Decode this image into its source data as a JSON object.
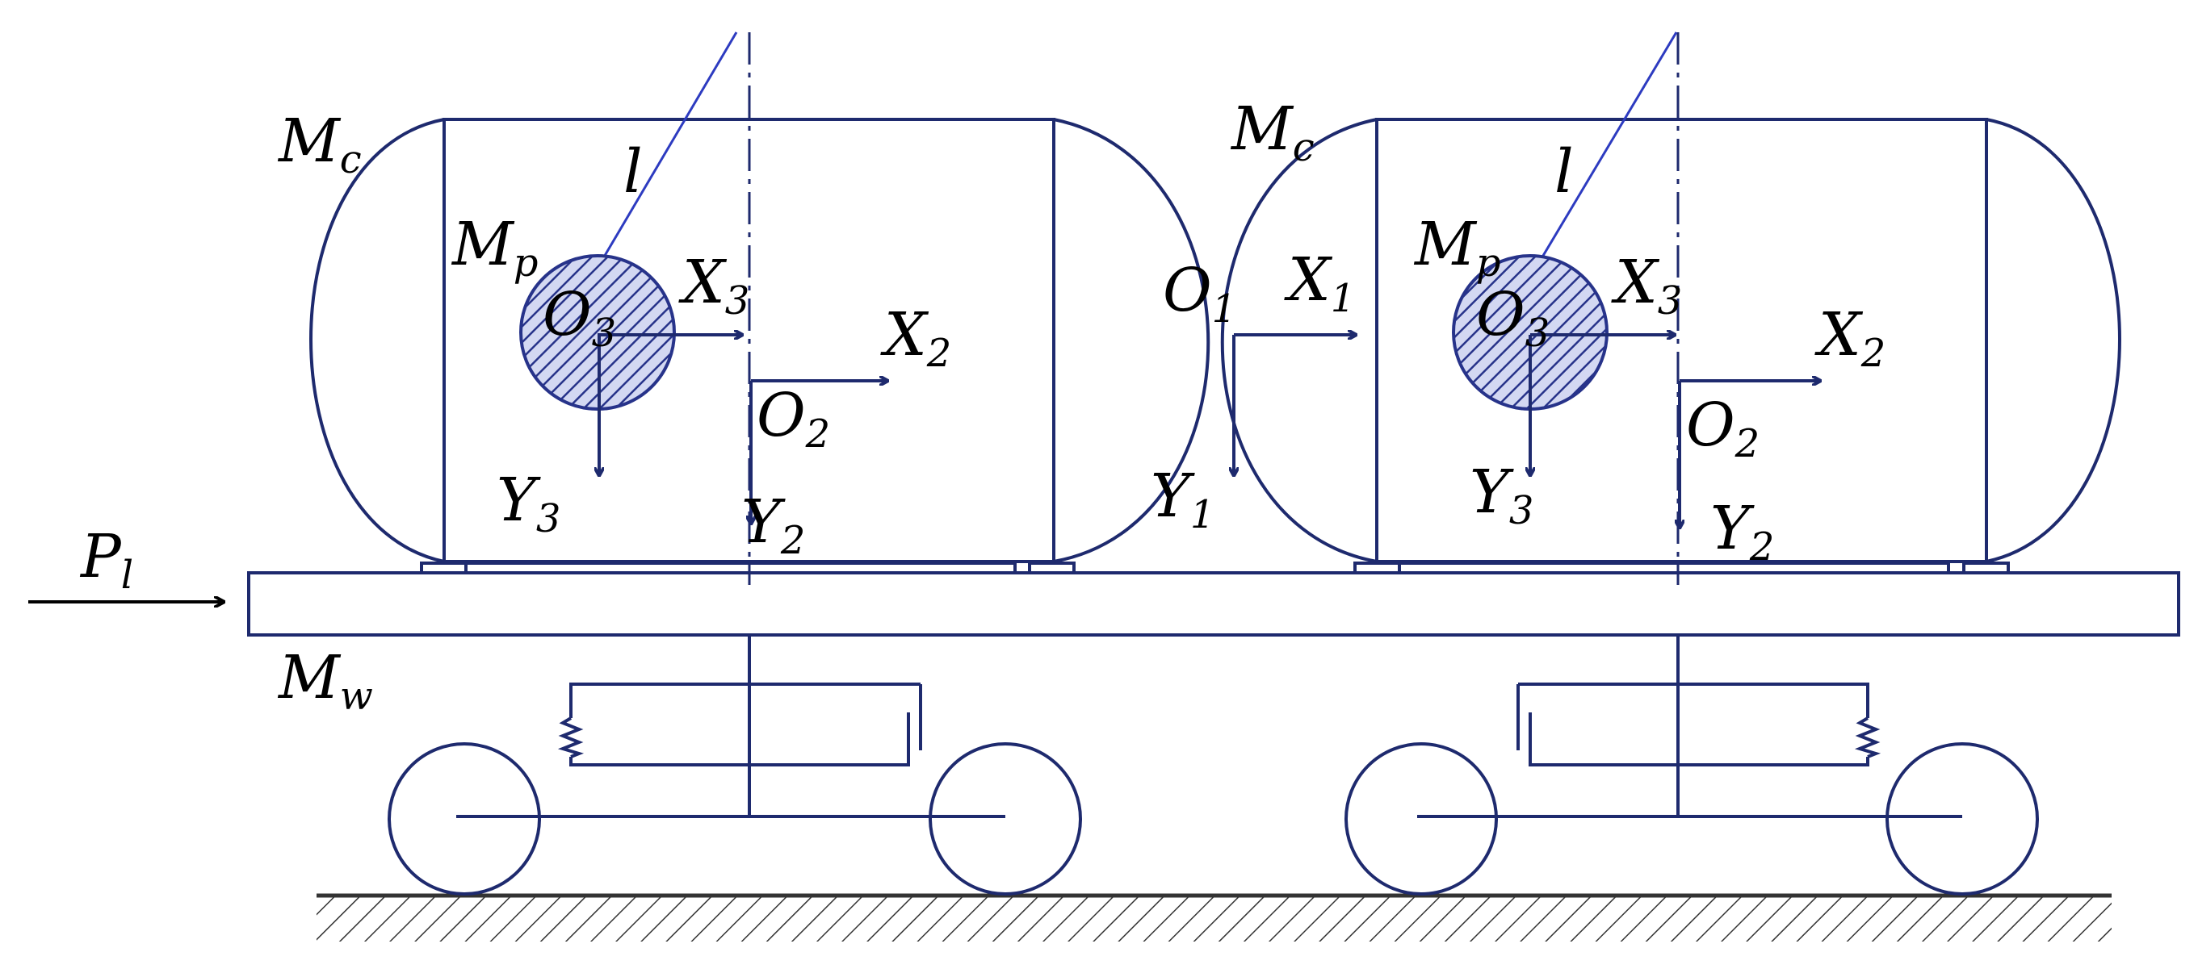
{
  "colors": {
    "line": "#1e2a6e",
    "pendulum_fill": "#d3d8f2",
    "pendulum_hatch": "#27338a",
    "pendulum_link": "#2d3bc0",
    "label": "#000000"
  },
  "labels": {
    "tank_mass": {
      "main": "M",
      "sub": "c"
    },
    "liquid_mass": {
      "main": "M",
      "sub": "p"
    },
    "pendulum_length": {
      "main": "l",
      "sub": ""
    },
    "wagon_mass": {
      "main": "M",
      "sub": "w"
    },
    "load_force": {
      "main": "P",
      "sub": "l"
    },
    "pendulum_center": {
      "main": "O",
      "sub": "3"
    },
    "pendulum_x_axis": {
      "main": "X",
      "sub": "3"
    },
    "pendulum_y_axis": {
      "main": "Y",
      "sub": "3"
    },
    "tank_center": {
      "main": "O",
      "sub": "2"
    },
    "tank_x_axis": {
      "main": "X",
      "sub": "2"
    },
    "tank_y_axis": {
      "main": "Y",
      "sub": "2"
    },
    "frame_origin": {
      "main": "O",
      "sub": "1"
    },
    "frame_x_axis": {
      "main": "X",
      "sub": "1"
    },
    "frame_y_axis": {
      "main": "Y",
      "sub": "1"
    }
  }
}
